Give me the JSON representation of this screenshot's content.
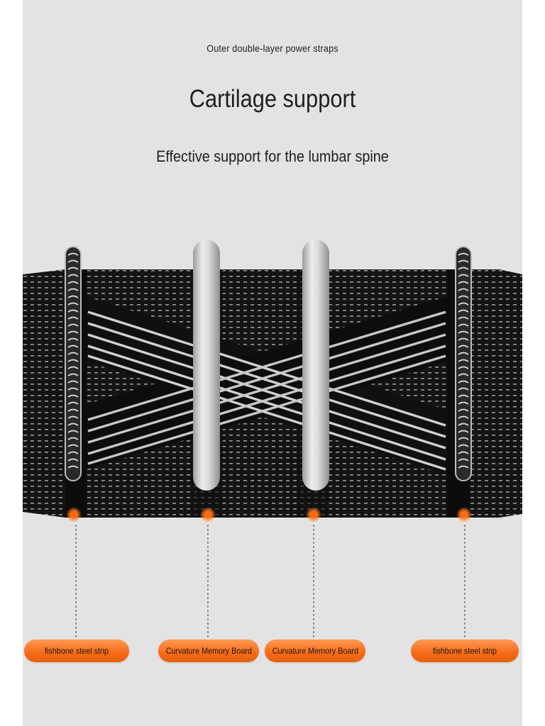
{
  "header": {
    "caption": "Outer double-layer power straps",
    "title": "Cartilage support",
    "subtitle": "Effective support for the lumbar spine"
  },
  "labels": [
    "fishbone steel strip",
    "Curvature Memory Board",
    "Curvature Memory Board",
    "fishbone steel strip"
  ],
  "colors": {
    "background": "#e3e3e3",
    "belt": "#141414",
    "accent_orange": "#f46a16",
    "plate_silver": "#c9c9c9"
  }
}
